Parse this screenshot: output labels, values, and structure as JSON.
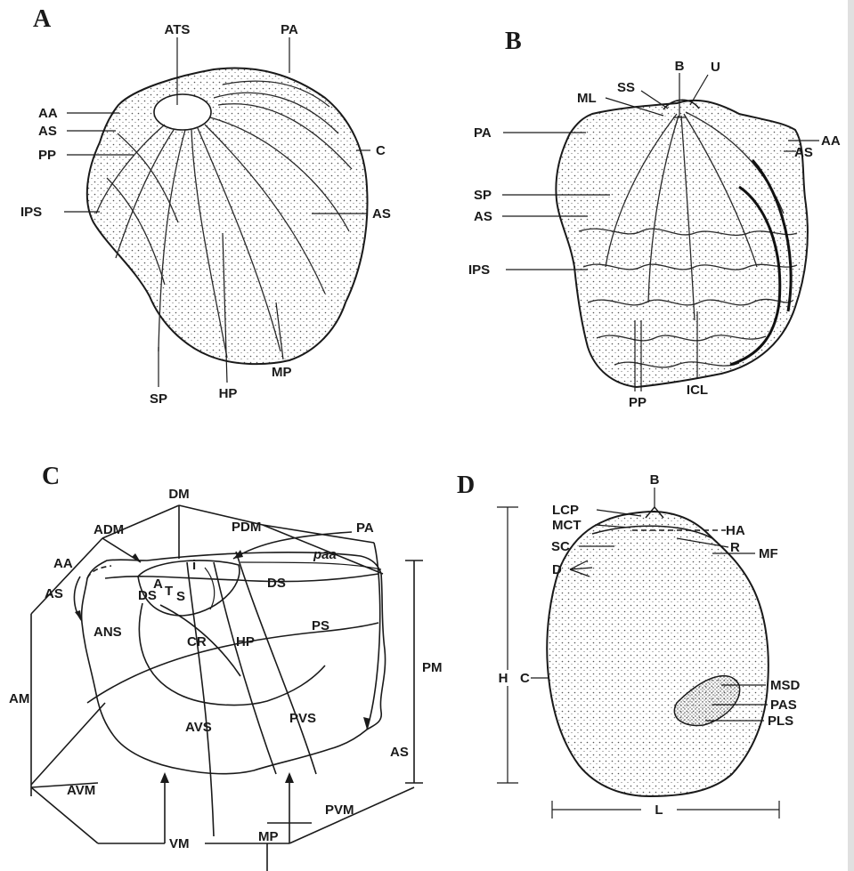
{
  "panels": {
    "a": {
      "letter": "A",
      "labels": {
        "ats": "ATS",
        "pa": "PA",
        "aa": "AA",
        "as1": "AS",
        "c": "C",
        "pp": "PP",
        "ips": "IPS",
        "as2": "AS",
        "mp": "MP",
        "sp": "SP",
        "hp": "HP"
      }
    },
    "b": {
      "letter": "B",
      "labels": {
        "b": "B",
        "u": "U",
        "ss": "SS",
        "ml": "ML",
        "pa": "PA",
        "aa": "AA",
        "as1": "AS",
        "sp": "SP",
        "as2": "AS",
        "ips": "IPS",
        "pp": "PP",
        "icl": "ICL"
      }
    },
    "c": {
      "letter": "C",
      "labels": {
        "dm": "DM",
        "adm": "ADM",
        "pdm": "PDM",
        "pa": "PA",
        "paa": "paa",
        "aa": "AA",
        "a": "A",
        "ts_t": "T",
        "ts_s": "S",
        "i": "i",
        "ds1": "DS",
        "ds2": "DS",
        "as1": "AS",
        "ans": "ANS",
        "cr": "CR",
        "hp": "HP",
        "ps": "PS",
        "am": "AM",
        "pm": "PM",
        "avs": "AVS",
        "pvs": "PVS",
        "as2": "AS",
        "avm": "AVM",
        "pvm": "PVM",
        "vm": "VM",
        "mp": "MP"
      }
    },
    "d": {
      "letter": "D",
      "labels": {
        "b": "B",
        "lcp": "LCP",
        "mct": "MCT",
        "ha": "HA",
        "r": "R",
        "sc": "SC",
        "mf": "MF",
        "d": "D",
        "h": "H",
        "c": "C",
        "msd": "MSD",
        "pas": "PAS",
        "pls": "PLS",
        "l": "L"
      }
    }
  }
}
